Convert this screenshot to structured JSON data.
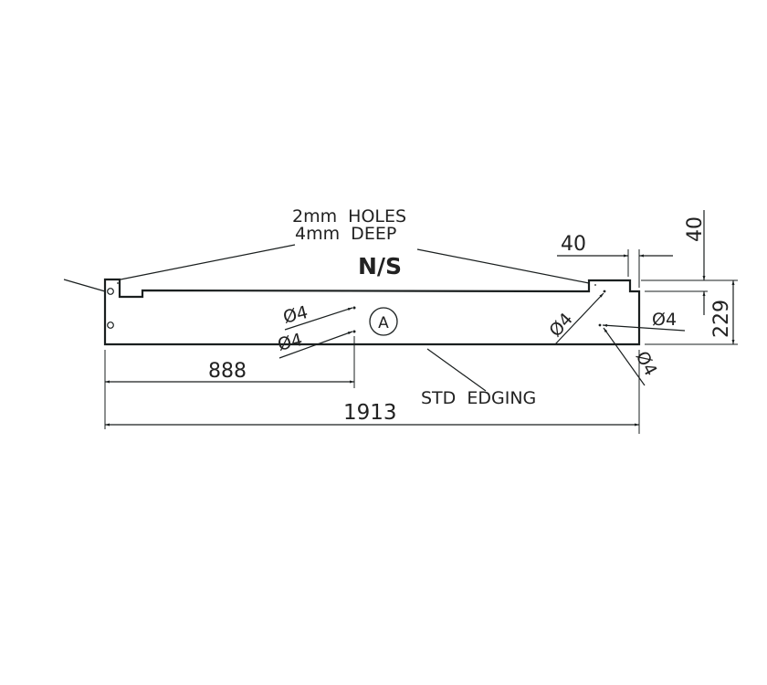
{
  "drawing": {
    "panel_label": "N/S",
    "note_line1": "2mm  HOLES",
    "note_line2": "4mm  DEEP",
    "edging_label": "STD  EDGING",
    "section_marker": "A",
    "dimensions": {
      "overall_length": "1913",
      "hole_offset": "888",
      "notch_width": "40",
      "notch_depth": "40",
      "height": "229"
    },
    "hole_callouts": [
      "Ø4",
      "Ø4",
      "Ø4",
      "Ø4",
      "Ø4"
    ]
  }
}
